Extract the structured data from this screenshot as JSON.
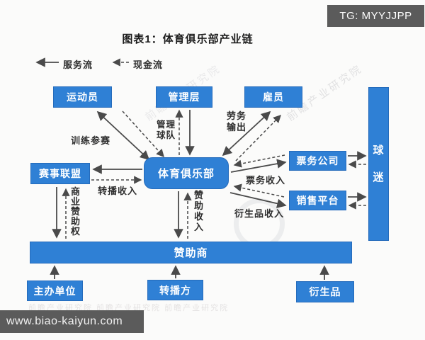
{
  "badge": {
    "text": "TG: MYYJJPP"
  },
  "title": "图表1：体育俱乐部产业链",
  "legend": {
    "service_flow": "服务流",
    "cash_flow": "现金流"
  },
  "nodes": {
    "athletes": "运动员",
    "management": "管理层",
    "employees": "雇员",
    "fans": "球迷",
    "league": "赛事联盟",
    "club": "体育俱乐部",
    "ticketing": "票务公司",
    "sales_platform": "销售平台",
    "sponsors": "赞助商",
    "organizer": "主办单位",
    "broadcaster": "转播方",
    "derivatives": "衍生品"
  },
  "edge_labels": {
    "training_compete": "训练参赛",
    "manage_team": "管理球队",
    "labor_export": "劳务输出",
    "broadcast_income": "转播收入",
    "sponsor_rights": "商业赞助权",
    "sponsor_income": "赞助收入",
    "ticket_income": "票务收入",
    "derivative_income": "衍生品收入"
  },
  "footer": {
    "url": "www.biao-kaiyun.com"
  },
  "watermark": {
    "text": "前瞻产业研究院",
    "row_text": "前瞻产业研究院    前瞻产业研究院    前瞻产业研究院"
  },
  "colors": {
    "box_blue": "#2f80d5",
    "badge_gray": "#5b5b5b",
    "arrow": "#4a4a4a"
  }
}
